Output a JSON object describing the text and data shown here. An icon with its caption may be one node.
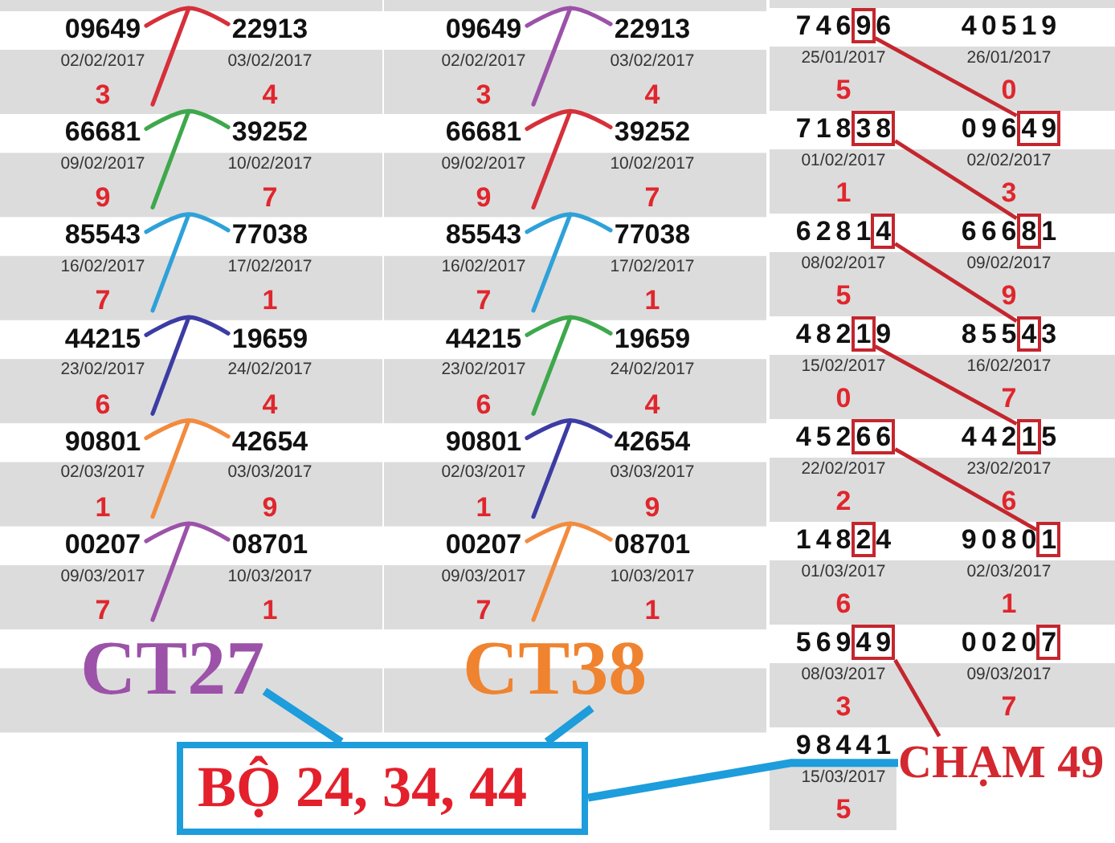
{
  "diagram": {
    "nodes": [
      {
        "text": [],
        "shape": "box"
      },
      {
        "text": [],
        "shape": "box"
      },
      {
        "text": [],
        "shape": "box"
      },
      {
        "text": [],
        "shape": "box"
      },
      {
        "text": [],
        "shape": "box"
      },
      {
        "text": [],
        "shape": "box"
      },
      {
        "text": [],
        "shape": "box"
      },
      {
        "text": [],
        "shape": "box"
      },
      {
        "text": [],
        "shape": "box"
      },
      {
        "text": [],
        "shape": "box"
      },
      {
        "text": [],
        "shape": "box"
      },
      {
        "text": [],
        "shape": "box"
      },
      {
        "text": [],
        "shape": "box"
      },
      {
        "text": [
          "CT27"
        ]
      },
      {
        "text": [
          "CT38"
        ]
      },
      {
        "text": [
          "BỘ 24, 34, 44"
        ]
      },
      {
        "text": [
          "CHẠM 49"
        ]
      }
    ],
    "edges": [
      {
        "from": 0,
        "to": 2,
        "arrow": "none"
      },
      {
        "from": 1,
        "to": 4,
        "arrow": "none"
      },
      {
        "from": 3,
        "to": 6,
        "arrow": "none"
      },
      {
        "from": 5,
        "to": 8,
        "arrow": "none"
      },
      {
        "from": 7,
        "to": 10,
        "arrow": "none"
      },
      {
        "from": 16,
        "to": 11,
        "arrow": "none"
      },
      {
        "from": 13,
        "to": 15,
        "arrow": "none",
        "style": "thick",
        "color": "#1d9ddb"
      },
      {
        "from": 14,
        "to": 15,
        "arrow": "none",
        "style": "thick",
        "color": "#1d9ddb"
      },
      {
        "from": 16,
        "to": 15,
        "arrow": "none",
        "style": "thick",
        "color": "#1d9ddb"
      }
    ],
    "labels": [
      "09649",
      "22913",
      "02/02/2017",
      "03/02/2017",
      "3",
      "4",
      "66681",
      "39252",
      "09/02/2017",
      "10/02/2017",
      "9",
      "7",
      "85543",
      "77038",
      "16/02/2017",
      "17/02/2017",
      "7",
      "1",
      "44215",
      "19659",
      "23/02/2017",
      "24/02/2017",
      "6",
      "4",
      "90801",
      "42654",
      "02/03/2017",
      "03/03/2017",
      "1",
      "9",
      "00207",
      "08701",
      "09/03/2017",
      "10/03/2017",
      "7",
      "1",
      "09649",
      "22913",
      "02/02/2017",
      "03/02/2017",
      "3",
      "4",
      "66681",
      "39252",
      "09/02/2017",
      "10/02/2017",
      "9",
      "7",
      "85543",
      "77038",
      "16/02/2017",
      "17/02/2017",
      "7",
      "1",
      "44215",
      "19659",
      "23/02/2017",
      "24/02/2017",
      "6",
      "4",
      "90801",
      "42654",
      "02/03/2017",
      "03/03/2017",
      "1",
      "9",
      "00207",
      "08701",
      "09/03/2017",
      "10/03/2017",
      "7",
      "1",
      "74696",
      "40519",
      "25/01/2017",
      "26/01/2017",
      "5",
      "0",
      "71838",
      "09649",
      "01/02/2017",
      "02/02/2017",
      "1",
      "3",
      "62814",
      "66681",
      "08/02/2017",
      "09/02/2017",
      "5",
      "9",
      "48219",
      "85543",
      "15/02/2017",
      "16/02/2017",
      "0",
      "7",
      "45266",
      "44215",
      "22/02/2017",
      "23/02/2017",
      "2",
      "6",
      "14824",
      "90801",
      "01/03/2017",
      "02/03/2017",
      "6",
      "1",
      "56949",
      "00207",
      "08/03/2017",
      "09/03/2017",
      "3",
      "7",
      "98441",
      "15/03/2017",
      "5"
    ]
  }
}
